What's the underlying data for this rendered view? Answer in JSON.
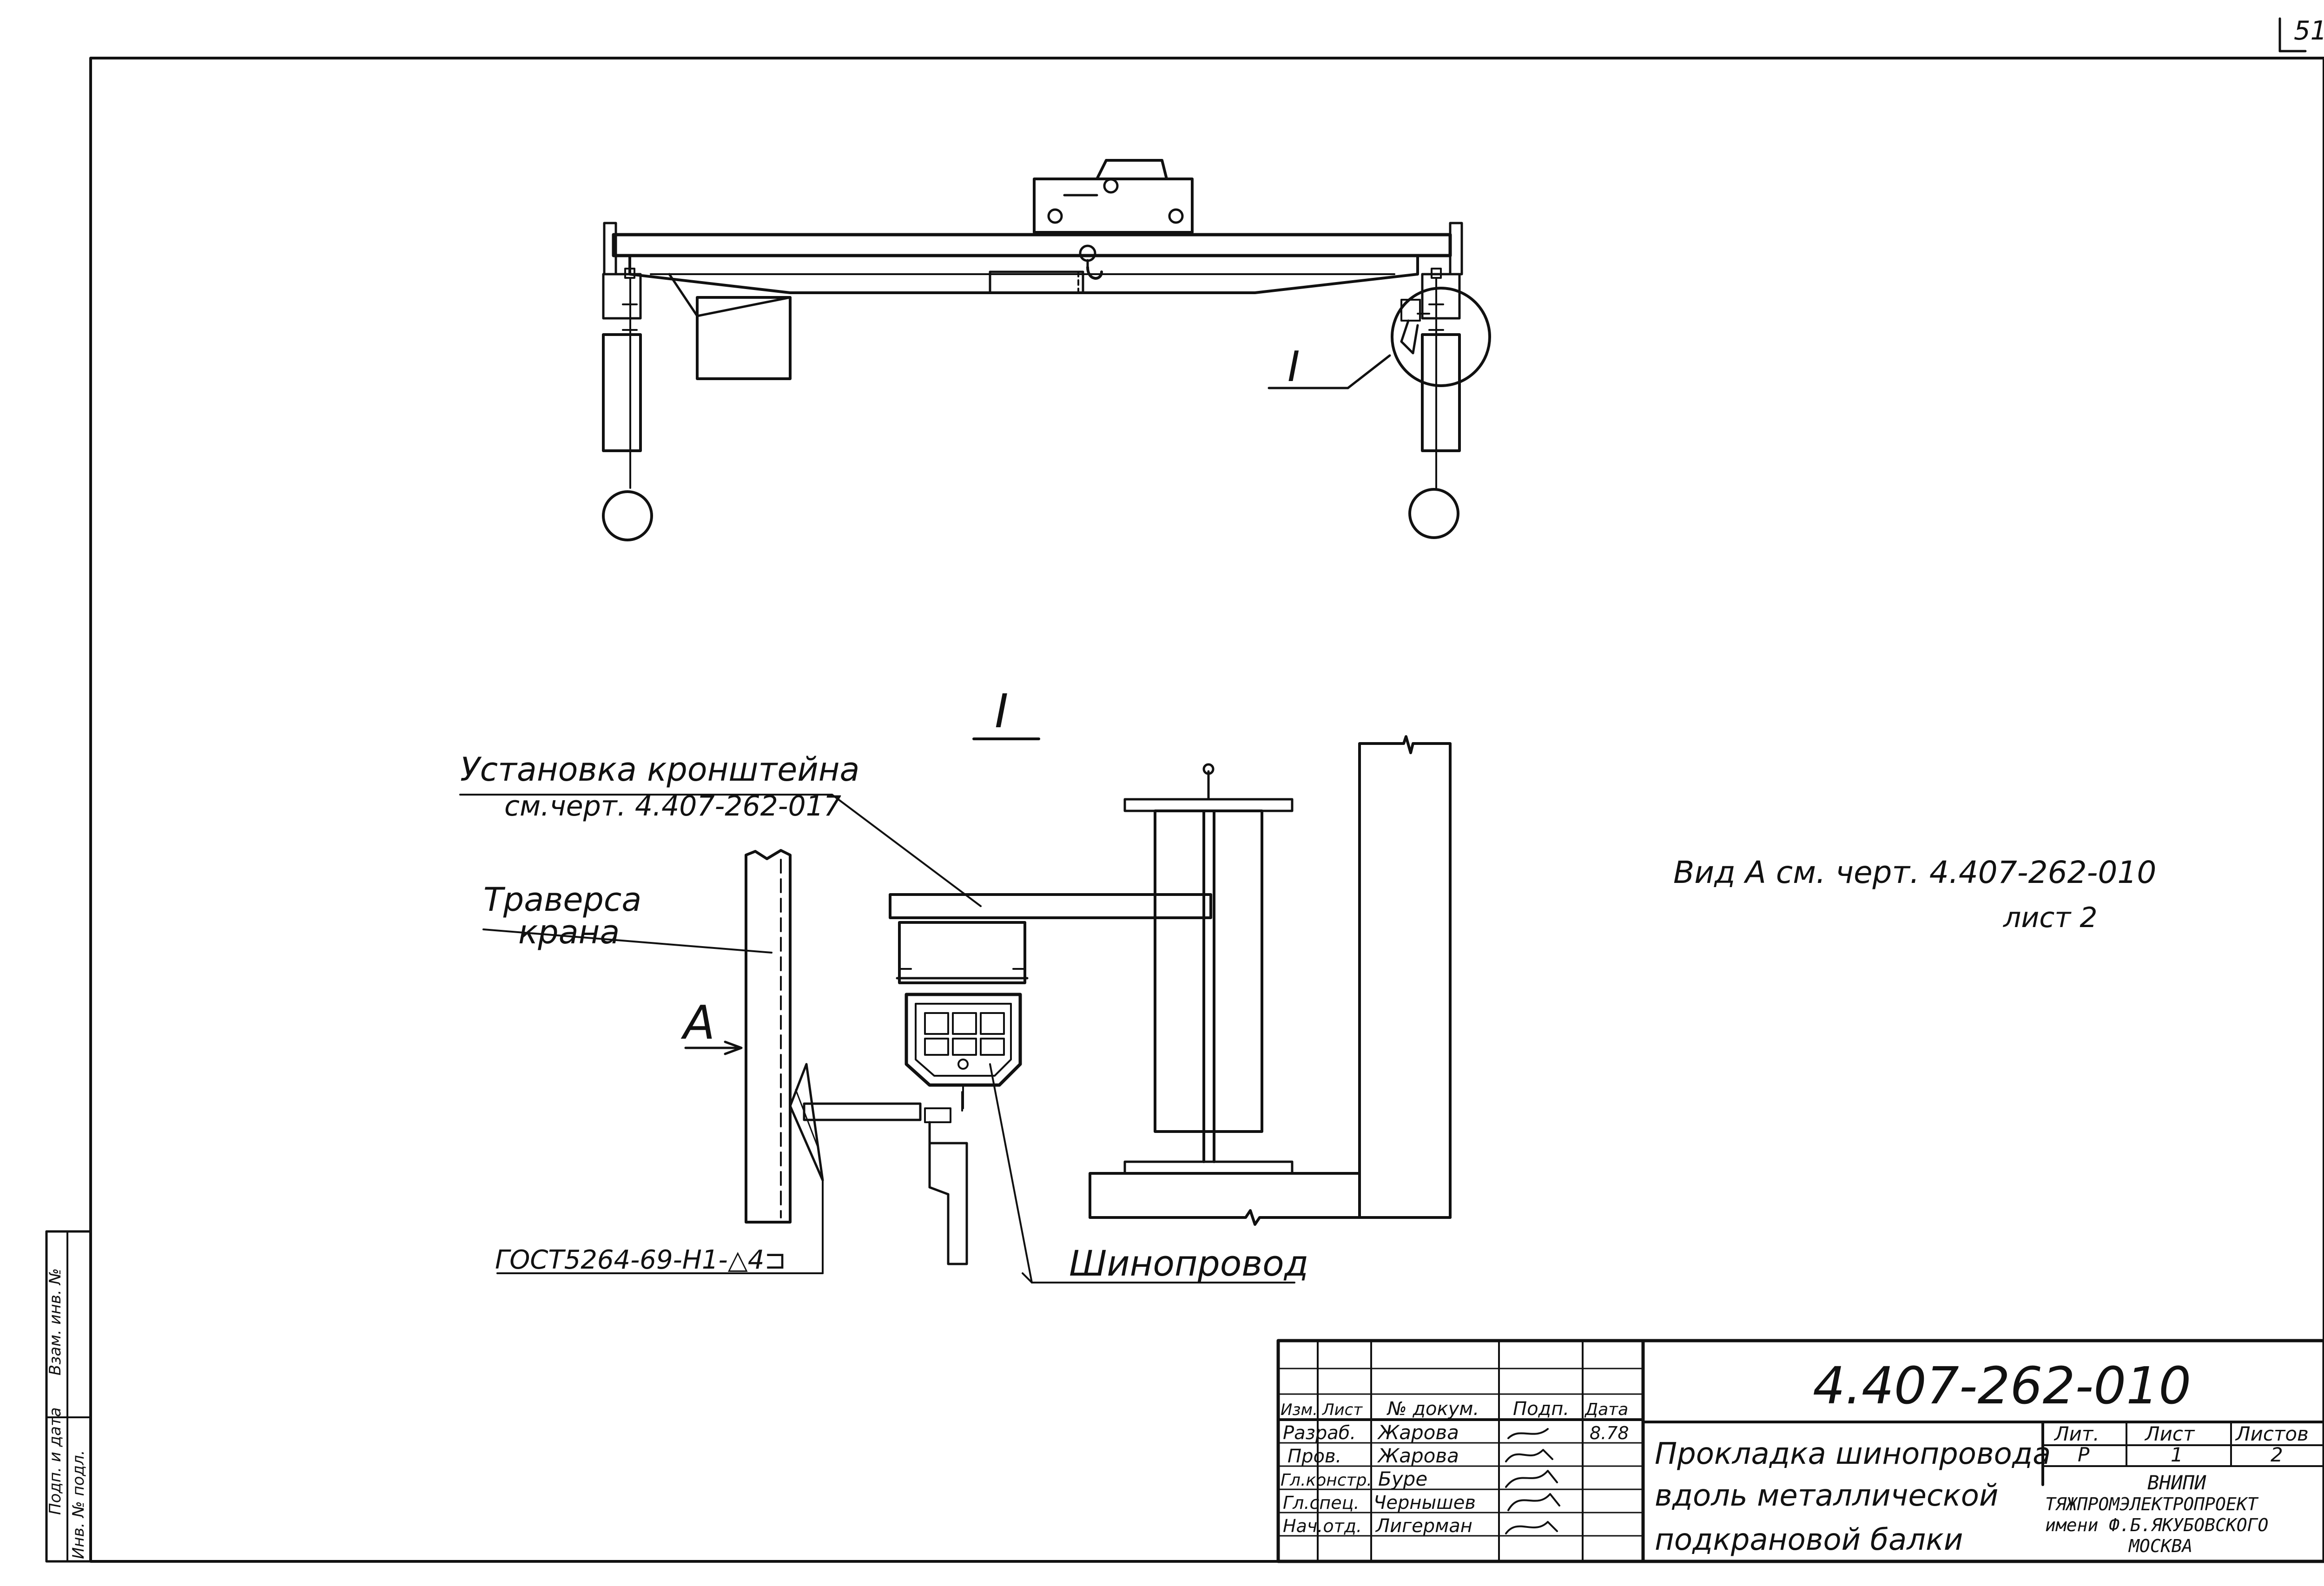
{
  "sheet_corner": "51",
  "main_view": {
    "callout": "I"
  },
  "detail_view": {
    "title": "I",
    "bracket_note_line1": "Установка кронштейна",
    "bracket_note_line2": "см.черт. 4.407-262-017",
    "traverse_line1": "Траверса",
    "traverse_line2": "крана",
    "view_arrow": "А",
    "weld_note": "ГОСТ5264-69-Н1-△4⊐",
    "busbar_label": "Шинопровод"
  },
  "view_note": {
    "line1": "Вид А см. черт. 4.407-262-010",
    "line2": "лист 2"
  },
  "left_strip": {
    "text_top": "Взам. инв. №",
    "text_mid": "Подп. и дата",
    "text_bottom": "Инв. № подл."
  },
  "title_block": {
    "doc_number": "4.407-262-010",
    "title_lines": [
      "Прокладка шинопровода",
      "вдоль металлической",
      "подкрановой балки"
    ],
    "header": {
      "izm": "Изм.",
      "list": "Лист",
      "doc": "№ докум.",
      "podp": "Подп.",
      "data": "Дата"
    },
    "signers": [
      {
        "role": "Разраб.",
        "name": "Жарова",
        "date": "8.78"
      },
      {
        "role": "Пров.",
        "name": "Жарова",
        "date": ""
      },
      {
        "role": "Гл.констр.",
        "name": "Буре",
        "date": ""
      },
      {
        "role": "Гл.спец.",
        "name": "Чернышев",
        "date": ""
      },
      {
        "role": "Нач.отд.",
        "name": "Лигерман",
        "date": ""
      }
    ],
    "lit_label": "Лит.",
    "sheet_label": "Лист",
    "sheets_label": "Листов",
    "lit_value": "Р",
    "sheet_value": "1",
    "sheets_value": "2",
    "org_line1": "ВНИПИ",
    "org_line2": "ТЯЖПРОМЭЛЕКТРОПРОЕКТ",
    "org_line3": "имени Ф.Б.ЯКУБОВСКОГО",
    "org_line4": "МОСКВА"
  }
}
